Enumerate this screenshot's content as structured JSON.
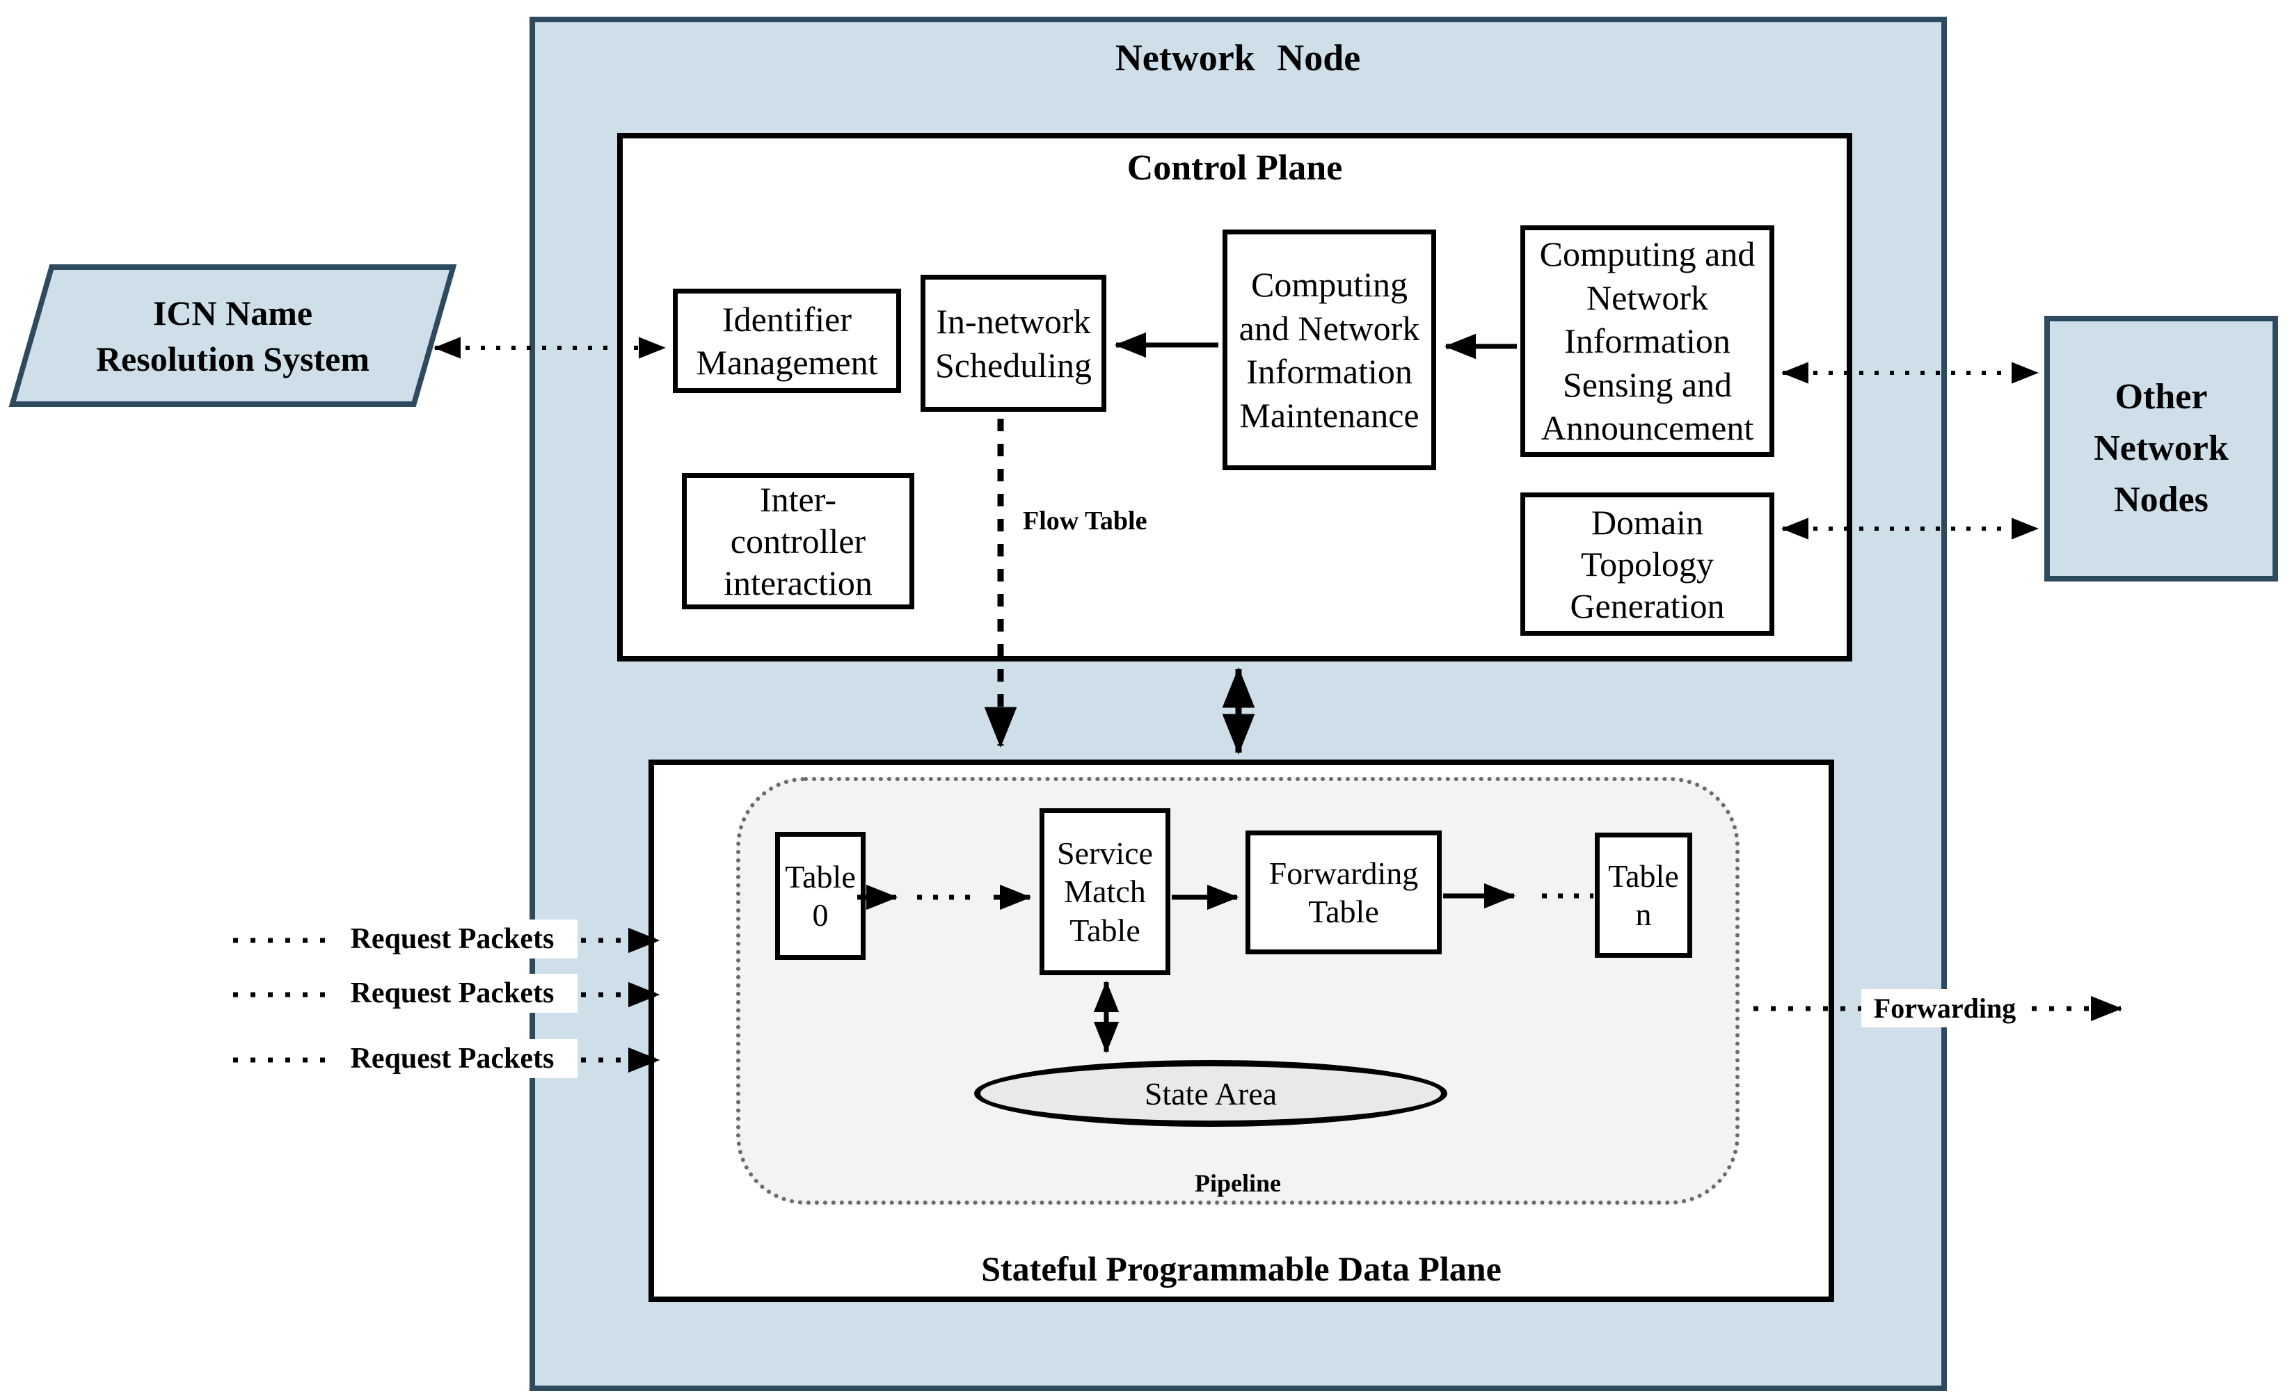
{
  "diagram_title": "Network Node",
  "colors": {
    "panel_blue": "#cfdfea",
    "navy_border": "#2e4a5e",
    "box_border": "#000000",
    "pipeline_bg": "#f3f3f3",
    "pipeline_border": "#6a6a6a",
    "state_area_bg": "#e9e9e9",
    "label_bg": "#ffffff"
  },
  "control_plane": {
    "title": "Control Plane",
    "flow_table_label": "Flow Table",
    "nodes": {
      "identifier_management": "Identifier\nManagement",
      "in_network_scheduling": "In-network\nScheduling",
      "cni_maintenance": "Computing\nand Network\nInformation\nMaintenance",
      "cni_sensing": "Computing and\nNetwork\nInformation\nSensing and\nAnnouncement",
      "inter_controller": "Inter-\ncontroller\ninteraction",
      "domain_topology": "Domain\nTopology\nGeneration"
    }
  },
  "data_plane": {
    "title": "Stateful Programmable Data Plane",
    "pipeline_label": "Pipeline",
    "nodes": {
      "table_0": "Table\n0",
      "service_match_table": "Service\nMatch\nTable",
      "forwarding_table": "Forwarding\nTable",
      "table_n": "Table\nn",
      "state_area": "State Area"
    }
  },
  "external_nodes": {
    "icn_name_resolution": "ICN Name\nResolution System",
    "other_network_nodes": "Other\nNetwork\nNodes"
  },
  "flow_labels": {
    "request_packets_top": "Request Packets",
    "request_packets_middle": "Request Packets",
    "request_packets_bottom": "Request Packets",
    "forwarding": "Forwarding"
  }
}
